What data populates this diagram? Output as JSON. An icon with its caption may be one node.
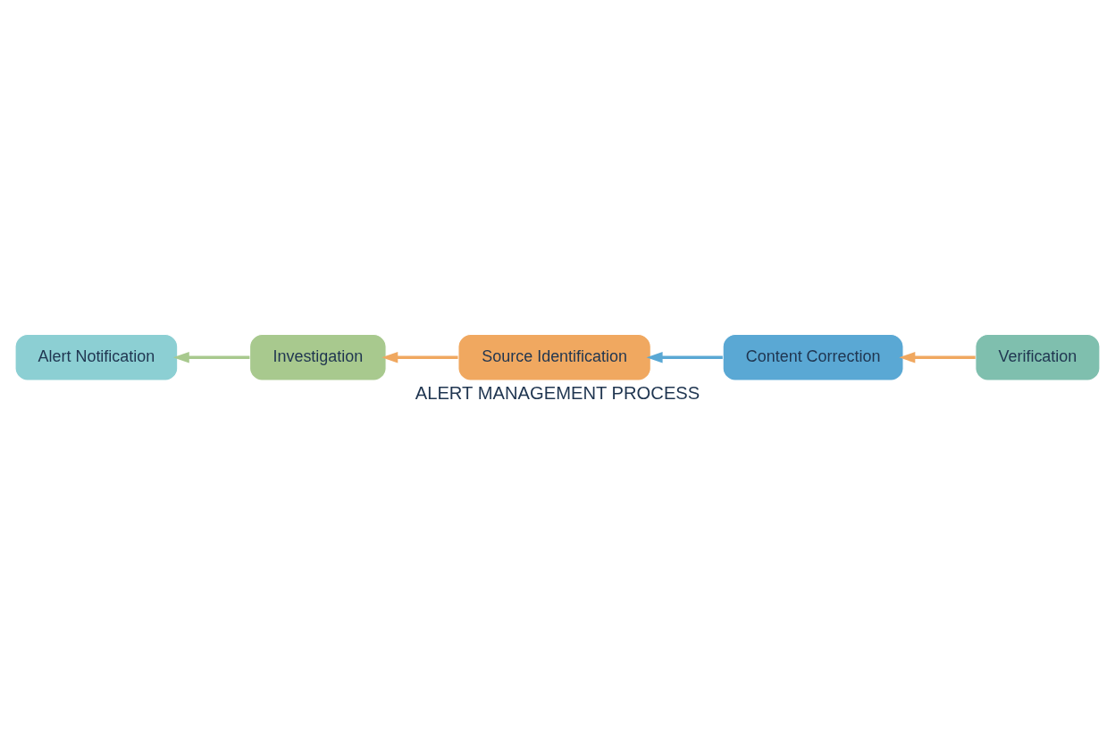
{
  "diagram": {
    "caption": "ALERT MANAGEMENT PROCESS",
    "nodes": [
      {
        "text": [
          "Alert Notification"
        ]
      },
      {
        "text": [
          "Investigation"
        ]
      },
      {
        "text": [
          "Source Identification"
        ]
      },
      {
        "text": [
          "Content Correction"
        ]
      },
      {
        "text": [
          "Verification"
        ]
      }
    ],
    "edges": [
      {
        "from": 1,
        "to": 0,
        "arrow": "to",
        "color": "#a8c98e"
      },
      {
        "from": 2,
        "to": 1,
        "arrow": "to",
        "color": "#f0a860"
      },
      {
        "from": 4,
        "to": 3,
        "arrow": "to",
        "color": "#f0a860"
      },
      {
        "from": 3,
        "to": 2,
        "arrow": "to",
        "color": "#5aa8d4"
      }
    ]
  }
}
